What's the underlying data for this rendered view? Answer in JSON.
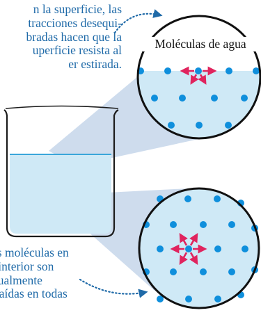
{
  "caption_top": [
    "n la superficie, las",
    "tracciones desequi-",
    "bradas hacen que la",
    "uperficie resista al",
    "er estirada."
  ],
  "caption_bottom": [
    "as moléculas en",
    "l interior son",
    "gualmente",
    "traídas en todas"
  ],
  "circle_label": "Moléculas de agua",
  "colors": {
    "water": "#cfe9f6",
    "water_edge": "#3aa6da",
    "molecule": "#0f8fdc",
    "arrow": "#e0245e",
    "caption": "#1f6aa8",
    "beam": "#c6d6ea",
    "circle_stroke": "#111111"
  }
}
